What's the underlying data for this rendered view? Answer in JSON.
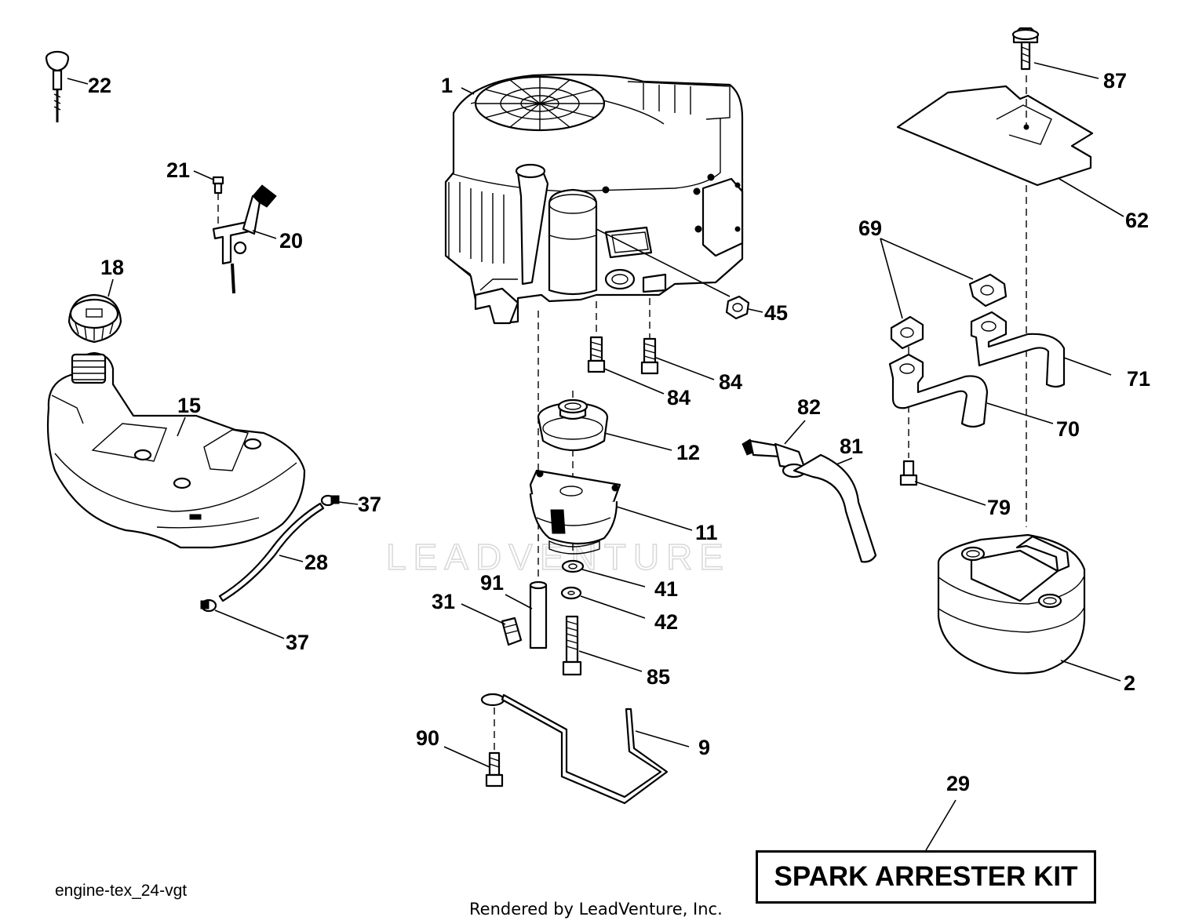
{
  "diagram_id": "engine-tex_24-vgt",
  "render_credit": "Rendered by LeadVenture, Inc.",
  "watermark": "LEADVENTURE",
  "kit_label": "SPARK ARRESTER KIT",
  "callouts": {
    "c1": "1",
    "c2": "2",
    "c9": "9",
    "c11": "11",
    "c12": "12",
    "c15": "15",
    "c18": "18",
    "c20": "20",
    "c21": "21",
    "c22": "22",
    "c28": "28",
    "c29": "29",
    "c31": "31",
    "c37a": "37",
    "c37b": "37",
    "c41": "41",
    "c42": "42",
    "c45": "45",
    "c62": "62",
    "c69": "69",
    "c70": "70",
    "c71": "71",
    "c79": "79",
    "c81": "81",
    "c82": "82",
    "c84a": "84",
    "c84b": "84",
    "c85": "85",
    "c87": "87",
    "c90": "90",
    "c91": "91"
  }
}
